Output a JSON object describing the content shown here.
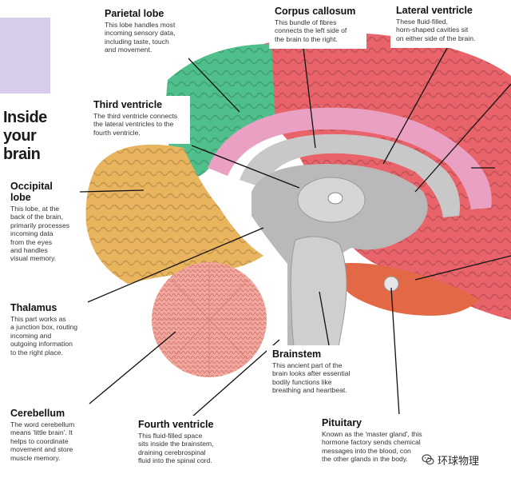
{
  "heading": "Inside your brain",
  "watermark": {
    "text": "环球物理",
    "icon": "wechat-icon"
  },
  "colors": {
    "parietal": "#4fbf8c",
    "frontal": "#e8636a",
    "occipital": "#e9b45e",
    "cerebellum": "#f2a79c",
    "limbic": "#e9a0c2",
    "corpus": "#c8c8c8",
    "temporal": "#e36845",
    "background_accent": "#d7ccea"
  },
  "labels": {
    "parietal_lobe": {
      "title": "Parietal lobe",
      "lines": [
        "This lobe handles most",
        "incoming sensory data,",
        "including taste, touch",
        "and movement."
      ]
    },
    "corpus_callosum": {
      "title": "Corpus callosum",
      "lines": [
        "This bundle of fibres",
        "connects the left side of",
        "the brain to the right."
      ]
    },
    "lateral_ventricle": {
      "title": "Lateral ventricle",
      "lines": [
        "These fluid-filled,",
        "horn-shaped cavities sit",
        "on either side of the brain."
      ]
    },
    "third_ventricle": {
      "title": "Third ventricle",
      "lines": [
        "The third ventricle connects",
        "the lateral ventricles to the",
        "fourth ventricle."
      ]
    },
    "occipital_lobe": {
      "title": "Occipital lobe",
      "lines": [
        "This lobe, at the",
        "back of the brain,",
        "primarily processes",
        "incoming data",
        "from the eyes",
        "and handles",
        "visual memory."
      ]
    },
    "thalamus": {
      "title": "Thalamus",
      "lines": [
        "This part works as",
        "a junction box, routing",
        "incoming and",
        "outgoing information",
        "to the right place."
      ]
    },
    "brainstem": {
      "title": "Brainstem",
      "lines": [
        "This ancient part of the",
        "brain looks after essential",
        "bodily functions like",
        "breathing and heartbeat."
      ]
    },
    "cerebellum": {
      "title": "Cerebellum",
      "lines": [
        "The word cerebellum",
        "means 'little brain'. It",
        "helps to coordinate",
        "movement and store",
        "muscle memory."
      ]
    },
    "fourth_ventricle": {
      "title": "Fourth ventricle",
      "lines": [
        "This fluid-filled space",
        "sits inside the brainstem,",
        "draining cerebrospinal",
        "fluid into the spinal cord."
      ]
    },
    "pituitary": {
      "title": "Pituitary",
      "lines": [
        "Known as the 'master gland', this",
        "hormone factory sends chemical",
        "messages into the blood, con",
        "the other glands in the body."
      ]
    }
  }
}
